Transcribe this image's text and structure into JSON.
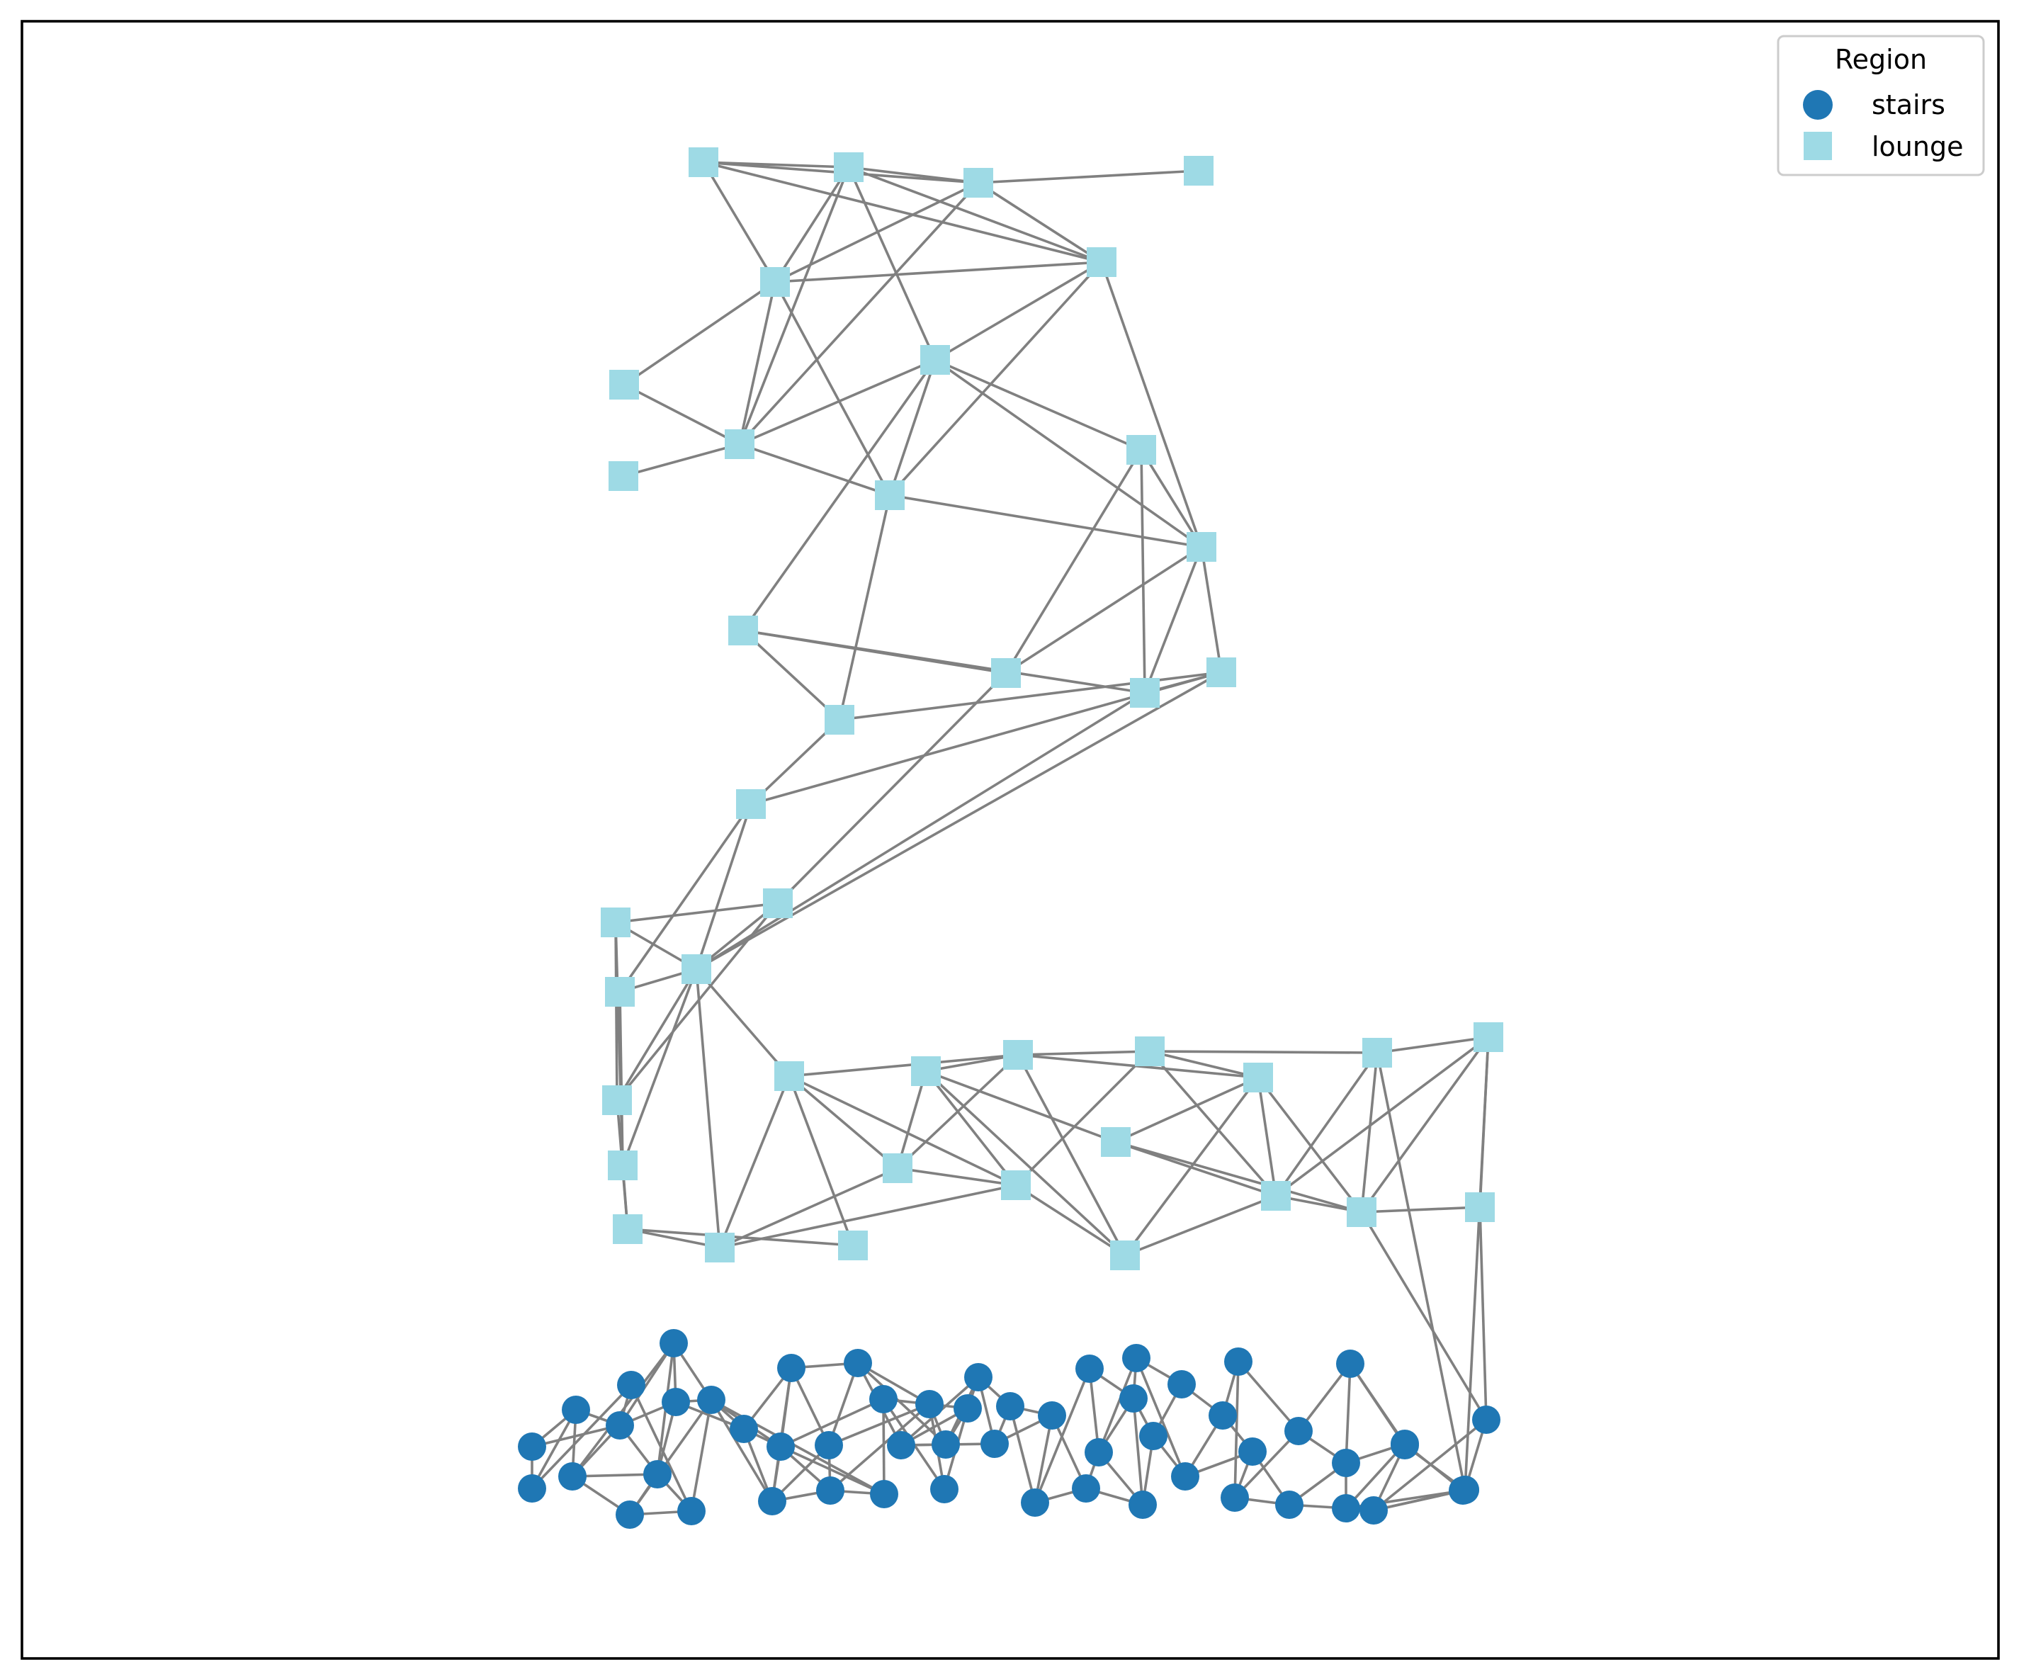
{
  "legend": {
    "title": "Region",
    "items": [
      {
        "label": "stairs",
        "shape": "circle",
        "color": "#1f77b4"
      },
      {
        "label": "lounge",
        "shape": "square",
        "color": "#9edae5"
      }
    ]
  },
  "graph": {
    "nodes": [
      {
        "id": "L1",
        "region": "lounge"
      },
      {
        "id": "L2",
        "region": "lounge"
      },
      {
        "id": "L3",
        "region": "lounge"
      },
      {
        "id": "L4",
        "region": "lounge"
      },
      {
        "id": "L5",
        "region": "lounge"
      },
      {
        "id": "L6",
        "region": "lounge"
      },
      {
        "id": "L7",
        "region": "lounge"
      },
      {
        "id": "L8",
        "region": "lounge"
      },
      {
        "id": "L9",
        "region": "lounge"
      },
      {
        "id": "L10",
        "region": "lounge"
      },
      {
        "id": "L11",
        "region": "lounge"
      },
      {
        "id": "L12",
        "region": "lounge"
      },
      {
        "id": "L13",
        "region": "lounge"
      },
      {
        "id": "L14",
        "region": "lounge"
      },
      {
        "id": "L15",
        "region": "lounge"
      },
      {
        "id": "L16",
        "region": "lounge"
      },
      {
        "id": "L17",
        "region": "lounge"
      },
      {
        "id": "L18",
        "region": "lounge"
      },
      {
        "id": "L19",
        "region": "lounge"
      },
      {
        "id": "L20",
        "region": "lounge"
      },
      {
        "id": "L21",
        "region": "lounge"
      },
      {
        "id": "L22",
        "region": "lounge"
      },
      {
        "id": "L23",
        "region": "lounge"
      },
      {
        "id": "L24",
        "region": "lounge"
      },
      {
        "id": "L25",
        "region": "lounge"
      },
      {
        "id": "L26",
        "region": "lounge"
      },
      {
        "id": "L27",
        "region": "lounge"
      },
      {
        "id": "L28",
        "region": "lounge"
      },
      {
        "id": "L29",
        "region": "lounge"
      },
      {
        "id": "L30",
        "region": "lounge"
      },
      {
        "id": "L31",
        "region": "lounge"
      },
      {
        "id": "L32",
        "region": "lounge"
      },
      {
        "id": "L33",
        "region": "lounge"
      },
      {
        "id": "L34",
        "region": "lounge"
      },
      {
        "id": "L35",
        "region": "lounge"
      },
      {
        "id": "L36",
        "region": "lounge"
      },
      {
        "id": "L37",
        "region": "lounge"
      },
      {
        "id": "L38",
        "region": "lounge"
      },
      {
        "id": "L39",
        "region": "lounge"
      },
      {
        "id": "L40",
        "region": "lounge"
      },
      {
        "id": "L41",
        "region": "lounge"
      },
      {
        "id": "L42",
        "region": "lounge"
      },
      {
        "id": "S1",
        "region": "stairs"
      },
      {
        "id": "S2",
        "region": "stairs"
      },
      {
        "id": "S3",
        "region": "stairs"
      },
      {
        "id": "S4",
        "region": "stairs"
      },
      {
        "id": "S5",
        "region": "stairs"
      },
      {
        "id": "S6",
        "region": "stairs"
      },
      {
        "id": "S7",
        "region": "stairs"
      },
      {
        "id": "S8",
        "region": "stairs"
      },
      {
        "id": "S9",
        "region": "stairs"
      },
      {
        "id": "S10",
        "region": "stairs"
      },
      {
        "id": "S11",
        "region": "stairs"
      },
      {
        "id": "S12",
        "region": "stairs"
      },
      {
        "id": "S13",
        "region": "stairs"
      },
      {
        "id": "S14",
        "region": "stairs"
      },
      {
        "id": "S15",
        "region": "stairs"
      },
      {
        "id": "S16",
        "region": "stairs"
      },
      {
        "id": "S17",
        "region": "stairs"
      },
      {
        "id": "S18",
        "region": "stairs"
      },
      {
        "id": "S19",
        "region": "stairs"
      },
      {
        "id": "S20",
        "region": "stairs"
      },
      {
        "id": "S21",
        "region": "stairs"
      },
      {
        "id": "S22",
        "region": "stairs"
      },
      {
        "id": "S23",
        "region": "stairs"
      },
      {
        "id": "S24",
        "region": "stairs"
      },
      {
        "id": "S25",
        "region": "stairs"
      },
      {
        "id": "S26",
        "region": "stairs"
      },
      {
        "id": "S27",
        "region": "stairs"
      },
      {
        "id": "S28",
        "region": "stairs"
      },
      {
        "id": "S29",
        "region": "stairs"
      },
      {
        "id": "S30",
        "region": "stairs"
      },
      {
        "id": "S31",
        "region": "stairs"
      },
      {
        "id": "S32",
        "region": "stairs"
      },
      {
        "id": "S33",
        "region": "stairs"
      },
      {
        "id": "S34",
        "region": "stairs"
      },
      {
        "id": "S35",
        "region": "stairs"
      },
      {
        "id": "S36",
        "region": "stairs"
      },
      {
        "id": "S37",
        "region": "stairs"
      },
      {
        "id": "S38",
        "region": "stairs"
      },
      {
        "id": "S39",
        "region": "stairs"
      },
      {
        "id": "S40",
        "region": "stairs"
      },
      {
        "id": "S41",
        "region": "stairs"
      },
      {
        "id": "S42",
        "region": "stairs"
      },
      {
        "id": "S43",
        "region": "stairs"
      },
      {
        "id": "S44",
        "region": "stairs"
      },
      {
        "id": "S45",
        "region": "stairs"
      },
      {
        "id": "S46",
        "region": "stairs"
      },
      {
        "id": "S47",
        "region": "stairs"
      },
      {
        "id": "S48",
        "region": "stairs"
      },
      {
        "id": "S49",
        "region": "stairs"
      },
      {
        "id": "S50",
        "region": "stairs"
      },
      {
        "id": "S51",
        "region": "stairs"
      },
      {
        "id": "S52",
        "region": "stairs"
      },
      {
        "id": "S53",
        "region": "stairs"
      },
      {
        "id": "S54",
        "region": "stairs"
      },
      {
        "id": "S55",
        "region": "stairs"
      },
      {
        "id": "S56",
        "region": "stairs"
      }
    ],
    "edges": [
      [
        "L1",
        "L2"
      ],
      [
        "L1",
        "L3"
      ],
      [
        "L1",
        "L5"
      ],
      [
        "L1",
        "L6"
      ],
      [
        "L2",
        "L3"
      ],
      [
        "L2",
        "L5"
      ],
      [
        "L2",
        "L6"
      ],
      [
        "L2",
        "L9"
      ],
      [
        "L2",
        "L10"
      ],
      [
        "L3",
        "L4"
      ],
      [
        "L3",
        "L5"
      ],
      [
        "L3",
        "L6"
      ],
      [
        "L3",
        "L9"
      ],
      [
        "L5",
        "L7"
      ],
      [
        "L5",
        "L9"
      ],
      [
        "L5",
        "L6"
      ],
      [
        "L5",
        "L11"
      ],
      [
        "L6",
        "L10"
      ],
      [
        "L6",
        "L11"
      ],
      [
        "L6",
        "L13"
      ],
      [
        "L7",
        "L9"
      ],
      [
        "L8",
        "L9"
      ],
      [
        "L9",
        "L10"
      ],
      [
        "L9",
        "L11"
      ],
      [
        "L10",
        "L11"
      ],
      [
        "L10",
        "L12"
      ],
      [
        "L10",
        "L13"
      ],
      [
        "L10",
        "L14"
      ],
      [
        "L11",
        "L13"
      ],
      [
        "L11",
        "L15"
      ],
      [
        "L12",
        "L13"
      ],
      [
        "L12",
        "L16"
      ],
      [
        "L12",
        "L17"
      ],
      [
        "L13",
        "L17"
      ],
      [
        "L13",
        "L16"
      ],
      [
        "L13",
        "L18"
      ],
      [
        "L14",
        "L15"
      ],
      [
        "L14",
        "L16"
      ],
      [
        "L14",
        "L17"
      ],
      [
        "L15",
        "L18"
      ],
      [
        "L15",
        "L19"
      ],
      [
        "L16",
        "L20"
      ],
      [
        "L17",
        "L18"
      ],
      [
        "L17",
        "L21"
      ],
      [
        "L18",
        "L19"
      ],
      [
        "L18",
        "L21"
      ],
      [
        "L19",
        "L21"
      ],
      [
        "L19",
        "L23"
      ],
      [
        "L20",
        "L21"
      ],
      [
        "L20",
        "L22"
      ],
      [
        "L20",
        "L24"
      ],
      [
        "L21",
        "L22"
      ],
      [
        "L21",
        "L23"
      ],
      [
        "L21",
        "L24"
      ],
      [
        "L21",
        "L25"
      ],
      [
        "L21",
        "L27"
      ],
      [
        "L21",
        "L29"
      ],
      [
        "L22",
        "L24"
      ],
      [
        "L22",
        "L25"
      ],
      [
        "L23",
        "L25"
      ],
      [
        "L24",
        "L26"
      ],
      [
        "L25",
        "L26"
      ],
      [
        "L26",
        "L27"
      ],
      [
        "L26",
        "L28"
      ],
      [
        "L27",
        "L29"
      ],
      [
        "L28",
        "L29"
      ],
      [
        "L29",
        "L30"
      ],
      [
        "L27",
        "L30"
      ],
      [
        "L27",
        "L33"
      ],
      [
        "L29",
        "L32"
      ],
      [
        "L29",
        "L33"
      ],
      [
        "L30",
        "L31"
      ],
      [
        "L30",
        "L33"
      ],
      [
        "L30",
        "L32"
      ],
      [
        "L31",
        "L32"
      ],
      [
        "L31",
        "L34"
      ],
      [
        "L31",
        "L36"
      ],
      [
        "L31",
        "L33"
      ],
      [
        "L32",
        "L35"
      ],
      [
        "L32",
        "L36"
      ],
      [
        "L32",
        "L37"
      ],
      [
        "L33",
        "L36"
      ],
      [
        "L33",
        "L35"
      ],
      [
        "L34",
        "L37"
      ],
      [
        "L34",
        "L38"
      ],
      [
        "L34",
        "L39"
      ],
      [
        "L35",
        "L37"
      ],
      [
        "L35",
        "L40"
      ],
      [
        "L35",
        "L38"
      ],
      [
        "L36",
        "L38"
      ],
      [
        "L36",
        "L37"
      ],
      [
        "L37",
        "L38"
      ],
      [
        "L37",
        "L39"
      ],
      [
        "L38",
        "L39"
      ],
      [
        "L38",
        "L40"
      ],
      [
        "L38",
        "L41"
      ],
      [
        "L39",
        "L41"
      ],
      [
        "L39",
        "L40"
      ],
      [
        "L39",
        "L42"
      ],
      [
        "L40",
        "L41"
      ],
      [
        "L41",
        "L42"
      ],
      [
        "L39",
        "S56"
      ],
      [
        "L40",
        "S55"
      ],
      [
        "L41",
        "S53"
      ],
      [
        "L42",
        "S56"
      ],
      [
        "S1",
        "S2"
      ],
      [
        "S1",
        "S3"
      ],
      [
        "S1",
        "S5"
      ],
      [
        "S2",
        "S3"
      ],
      [
        "S2",
        "S4"
      ],
      [
        "S3",
        "S5"
      ],
      [
        "S3",
        "S6"
      ],
      [
        "S4",
        "S5"
      ],
      [
        "S4",
        "S11"
      ],
      [
        "S5",
        "S6"
      ],
      [
        "S5",
        "S7"
      ],
      [
        "S5",
        "S8"
      ],
      [
        "S5",
        "S9"
      ],
      [
        "S6",
        "S7"
      ],
      [
        "S6",
        "S9"
      ],
      [
        "S6",
        "S10"
      ],
      [
        "S7",
        "S8"
      ],
      [
        "S7",
        "S9"
      ],
      [
        "S7",
        "S12"
      ],
      [
        "S8",
        "S9"
      ],
      [
        "S8",
        "S12"
      ],
      [
        "S8",
        "S13"
      ],
      [
        "S9",
        "S10"
      ],
      [
        "S9",
        "S11"
      ],
      [
        "S10",
        "S11"
      ],
      [
        "S10",
        "S12"
      ],
      [
        "S11",
        "S12"
      ],
      [
        "S12",
        "S13"
      ],
      [
        "S12",
        "S14"
      ],
      [
        "S12",
        "S16"
      ],
      [
        "S12",
        "S20"
      ],
      [
        "S13",
        "S14"
      ],
      [
        "S13",
        "S15"
      ],
      [
        "S13",
        "S16"
      ],
      [
        "S14",
        "S15"
      ],
      [
        "S14",
        "S16"
      ],
      [
        "S14",
        "S17"
      ],
      [
        "S14",
        "S18"
      ],
      [
        "S15",
        "S16"
      ],
      [
        "S15",
        "S17"
      ],
      [
        "S15",
        "S19"
      ],
      [
        "S16",
        "S18"
      ],
      [
        "S16",
        "S20"
      ],
      [
        "S16",
        "S21"
      ],
      [
        "S17",
        "S18"
      ],
      [
        "S17",
        "S19"
      ],
      [
        "S17",
        "S22"
      ],
      [
        "S18",
        "S20"
      ],
      [
        "S18",
        "S22"
      ],
      [
        "S19",
        "S22"
      ],
      [
        "S19",
        "S23"
      ],
      [
        "S19",
        "S24"
      ],
      [
        "S20",
        "S21"
      ],
      [
        "S21",
        "S22"
      ],
      [
        "S21",
        "S25"
      ],
      [
        "S22",
        "S23"
      ],
      [
        "S22",
        "S25"
      ],
      [
        "S22",
        "S26"
      ],
      [
        "S23",
        "S24"
      ],
      [
        "S23",
        "S26"
      ],
      [
        "S23",
        "S27"
      ],
      [
        "S24",
        "S26"
      ],
      [
        "S24",
        "S27"
      ],
      [
        "S24",
        "S28"
      ],
      [
        "S25",
        "S26"
      ],
      [
        "S26",
        "S27"
      ],
      [
        "S27",
        "S28"
      ],
      [
        "S27",
        "S29"
      ],
      [
        "S28",
        "S29"
      ],
      [
        "S28",
        "S30"
      ],
      [
        "S29",
        "S30"
      ],
      [
        "S29",
        "S31"
      ],
      [
        "S30",
        "S31"
      ],
      [
        "S30",
        "S32"
      ],
      [
        "S31",
        "S32"
      ],
      [
        "S31",
        "S33"
      ],
      [
        "S32",
        "S34"
      ],
      [
        "S32",
        "S35"
      ],
      [
        "S33",
        "S34"
      ],
      [
        "S33",
        "S36"
      ],
      [
        "S34",
        "S35"
      ],
      [
        "S34",
        "S36"
      ],
      [
        "S34",
        "S37"
      ],
      [
        "S35",
        "S36"
      ],
      [
        "S35",
        "S38"
      ],
      [
        "S36",
        "S37"
      ],
      [
        "S36",
        "S38"
      ],
      [
        "S37",
        "S39"
      ],
      [
        "S37",
        "S40"
      ],
      [
        "S38",
        "S39"
      ],
      [
        "S38",
        "S40"
      ],
      [
        "S39",
        "S41"
      ],
      [
        "S40",
        "S41"
      ],
      [
        "S40",
        "S42"
      ],
      [
        "S41",
        "S42"
      ],
      [
        "S41",
        "S43"
      ],
      [
        "S42",
        "S44"
      ],
      [
        "S42",
        "S45"
      ],
      [
        "S43",
        "S44"
      ],
      [
        "S43",
        "S46"
      ],
      [
        "S44",
        "S45"
      ],
      [
        "S44",
        "S46"
      ],
      [
        "S45",
        "S47"
      ],
      [
        "S45",
        "S48"
      ],
      [
        "S46",
        "S47"
      ],
      [
        "S46",
        "S49"
      ],
      [
        "S47",
        "S48"
      ],
      [
        "S47",
        "S49"
      ],
      [
        "S47",
        "S50"
      ],
      [
        "S48",
        "S50"
      ],
      [
        "S48",
        "S51"
      ],
      [
        "S49",
        "S50"
      ],
      [
        "S49",
        "S52"
      ],
      [
        "S50",
        "S51"
      ],
      [
        "S50",
        "S52"
      ],
      [
        "S51",
        "S53"
      ],
      [
        "S51",
        "S54"
      ],
      [
        "S52",
        "S54"
      ],
      [
        "S52",
        "S55"
      ],
      [
        "S53",
        "S54"
      ],
      [
        "S53",
        "S55"
      ],
      [
        "S54",
        "S56"
      ],
      [
        "S55",
        "S56"
      ]
    ]
  }
}
